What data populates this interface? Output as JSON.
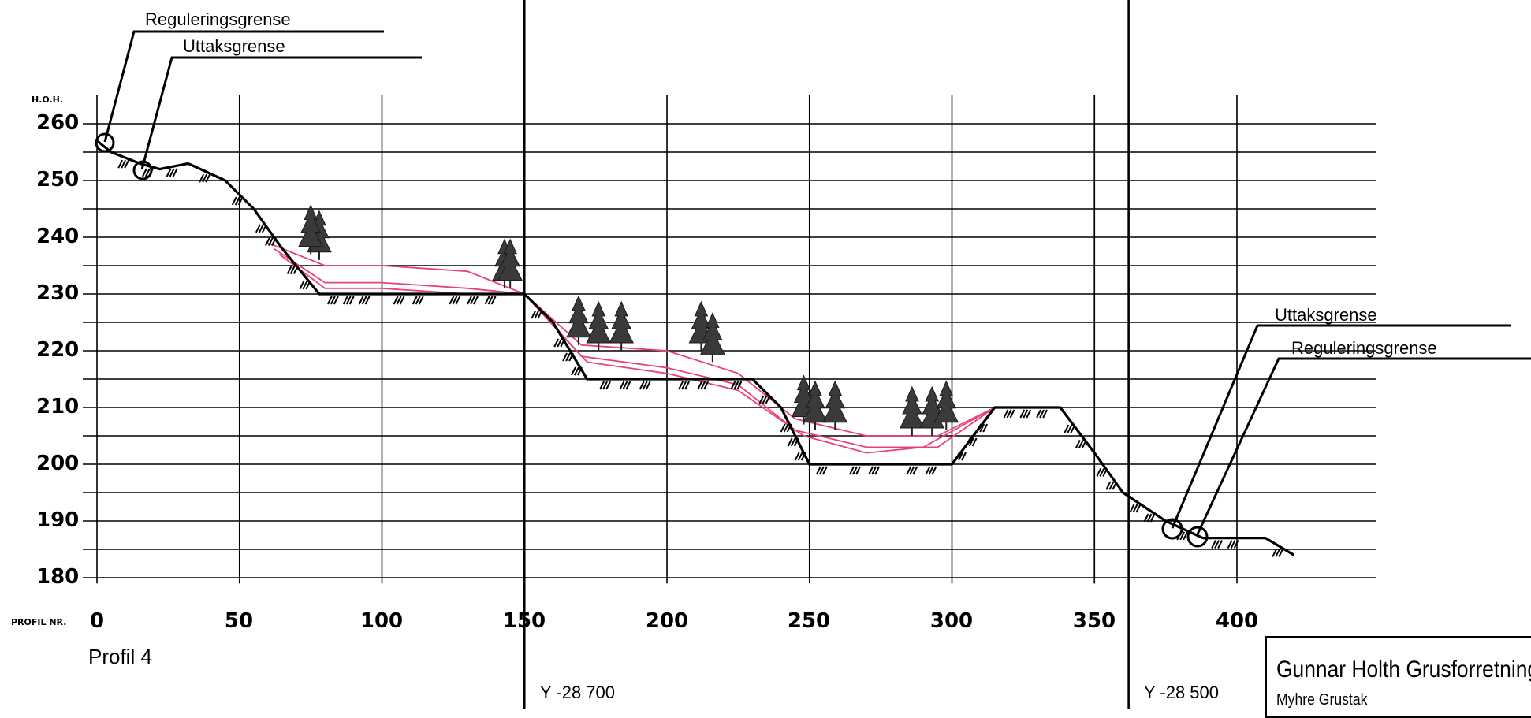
{
  "chart_data": {
    "type": "line",
    "ylabel": "H.O.H.",
    "xlabel": "PROFIL NR.",
    "x_ticks": [
      "0",
      "50",
      "100",
      "150",
      "200",
      "250",
      "300",
      "350",
      "400"
    ],
    "y_ticks": [
      "260",
      "250",
      "240",
      "230",
      "220",
      "210",
      "200",
      "190",
      "180"
    ],
    "xlim": [
      0,
      450
    ],
    "ylim": [
      176,
      262
    ],
    "grid": true,
    "terrain": {
      "x": [
        0,
        5,
        15,
        22,
        32,
        45,
        55,
        65,
        78,
        100,
        120,
        145,
        150,
        160,
        172,
        200,
        220,
        230,
        240,
        250,
        260,
        280,
        300,
        315,
        338,
        350,
        360,
        375,
        388,
        405,
        410,
        420
      ],
      "y": [
        257,
        255,
        253,
        252,
        253,
        250,
        245,
        238,
        230,
        230,
        230,
        230,
        230,
        225,
        215,
        215,
        215,
        215,
        210,
        200,
        200,
        200,
        200,
        210,
        210,
        202,
        195,
        190,
        187,
        187,
        187,
        184
      ]
    },
    "pink_lines": [
      {
        "x": [
          60,
          80,
          100,
          130,
          150,
          170,
          200,
          225,
          245,
          270,
          295,
          315
        ],
        "y": [
          239,
          235,
          235,
          234,
          230,
          221,
          220,
          216,
          208,
          205,
          205,
          210
        ]
      },
      {
        "x": [
          62,
          80,
          100,
          130,
          150,
          170,
          200,
          225,
          245,
          270,
          295,
          315
        ],
        "y": [
          238,
          232,
          232,
          231,
          230,
          219,
          217,
          214,
          206,
          203,
          203,
          210
        ]
      },
      {
        "x": [
          64,
          80,
          100,
          130,
          150,
          172,
          200,
          225,
          248,
          270,
          290,
          315
        ],
        "y": [
          237,
          231,
          231,
          230,
          230,
          218,
          216,
          213,
          205,
          202,
          203,
          210
        ]
      }
    ],
    "pink_color": "#e8417a",
    "line_color": "#000000",
    "trees": [
      {
        "x": 78,
        "y": 236
      },
      {
        "x": 75,
        "y": 237
      },
      {
        "x": 143,
        "y": 231
      },
      {
        "x": 145,
        "y": 231
      },
      {
        "x": 169,
        "y": 221
      },
      {
        "x": 176,
        "y": 220
      },
      {
        "x": 184,
        "y": 220
      },
      {
        "x": 212,
        "y": 220
      },
      {
        "x": 216,
        "y": 218
      },
      {
        "x": 248,
        "y": 207
      },
      {
        "x": 252,
        "y": 206
      },
      {
        "x": 259,
        "y": 206
      },
      {
        "x": 286,
        "y": 205
      },
      {
        "x": 293,
        "y": 205
      },
      {
        "x": 298,
        "y": 206
      }
    ],
    "section_lines": [
      150,
      362
    ]
  },
  "labels": {
    "reg_left": "Reguleringsgrense",
    "uttak_left": "Uttaksgrense",
    "uttak_right": "Uttaksgrense",
    "reg_right": "Reguleringsgrense",
    "hoh": "H.O.H.",
    "profil_nr": "PROFIL NR.",
    "profil_name": "Profil 4",
    "coord_1": "Y -28 700",
    "coord_2": "Y -28 500"
  },
  "title_block": {
    "company": "Gunnar Holth Grusforretning",
    "site": "Myhre Grustak"
  }
}
